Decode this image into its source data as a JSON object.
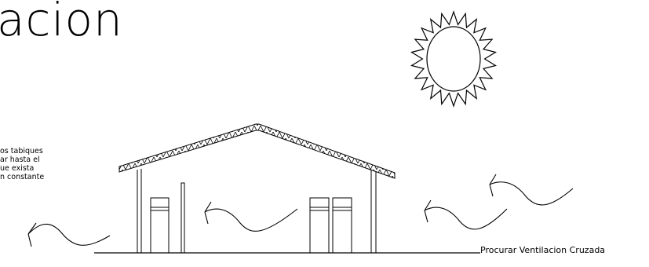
{
  "diagram": {
    "title": "acion",
    "side_note": {
      "lines": [
        "os tabiques",
        "ar hasta el",
        "ue exista",
        "n constante"
      ]
    },
    "caption": "Procurar Ventilacion Cruzada"
  }
}
